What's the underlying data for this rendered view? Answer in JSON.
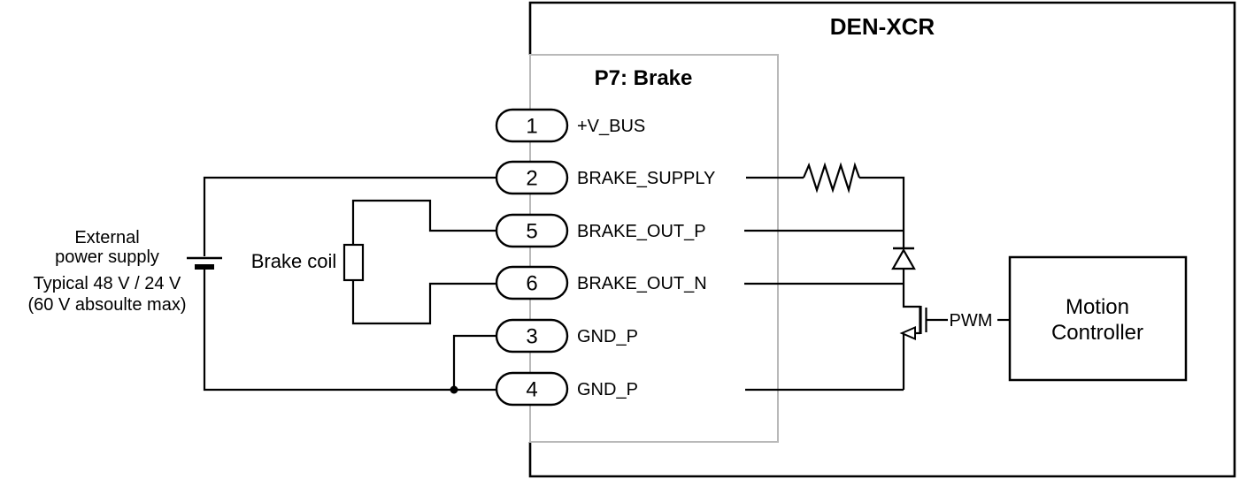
{
  "title": "DEN-XCR",
  "connector": {
    "title": "P7: Brake",
    "pins": [
      {
        "number": "1",
        "label": "+V_BUS"
      },
      {
        "number": "2",
        "label": "BRAKE_SUPPLY"
      },
      {
        "number": "5",
        "label": "BRAKE_OUT_P"
      },
      {
        "number": "6",
        "label": "BRAKE_OUT_N"
      },
      {
        "number": "3",
        "label": "GND_P"
      },
      {
        "number": "4",
        "label": "GND_P"
      }
    ]
  },
  "external_supply": {
    "name_line1": "External",
    "name_line2": "power supply",
    "rating_line1": "Typical 48 V / 24 V",
    "rating_line2": "(60 V absoulte max)"
  },
  "brake_coil": {
    "label": "Brake coil"
  },
  "driver": {
    "pwm_label": "PWM"
  },
  "motion_controller": {
    "line1": "Motion",
    "line2": "Controller"
  },
  "symbols": {
    "battery": "battery-symbol",
    "brake_coil": "coil-resistor-symbol",
    "series_resistor": "resistor-zigzag-symbol",
    "diode": "flyback-diode-symbol",
    "transistor": "nmos-transistor-symbol"
  },
  "colors": {
    "line": "#000000",
    "connector_box": "#b9b9b9",
    "text": "#000000",
    "background": "#ffffff"
  }
}
